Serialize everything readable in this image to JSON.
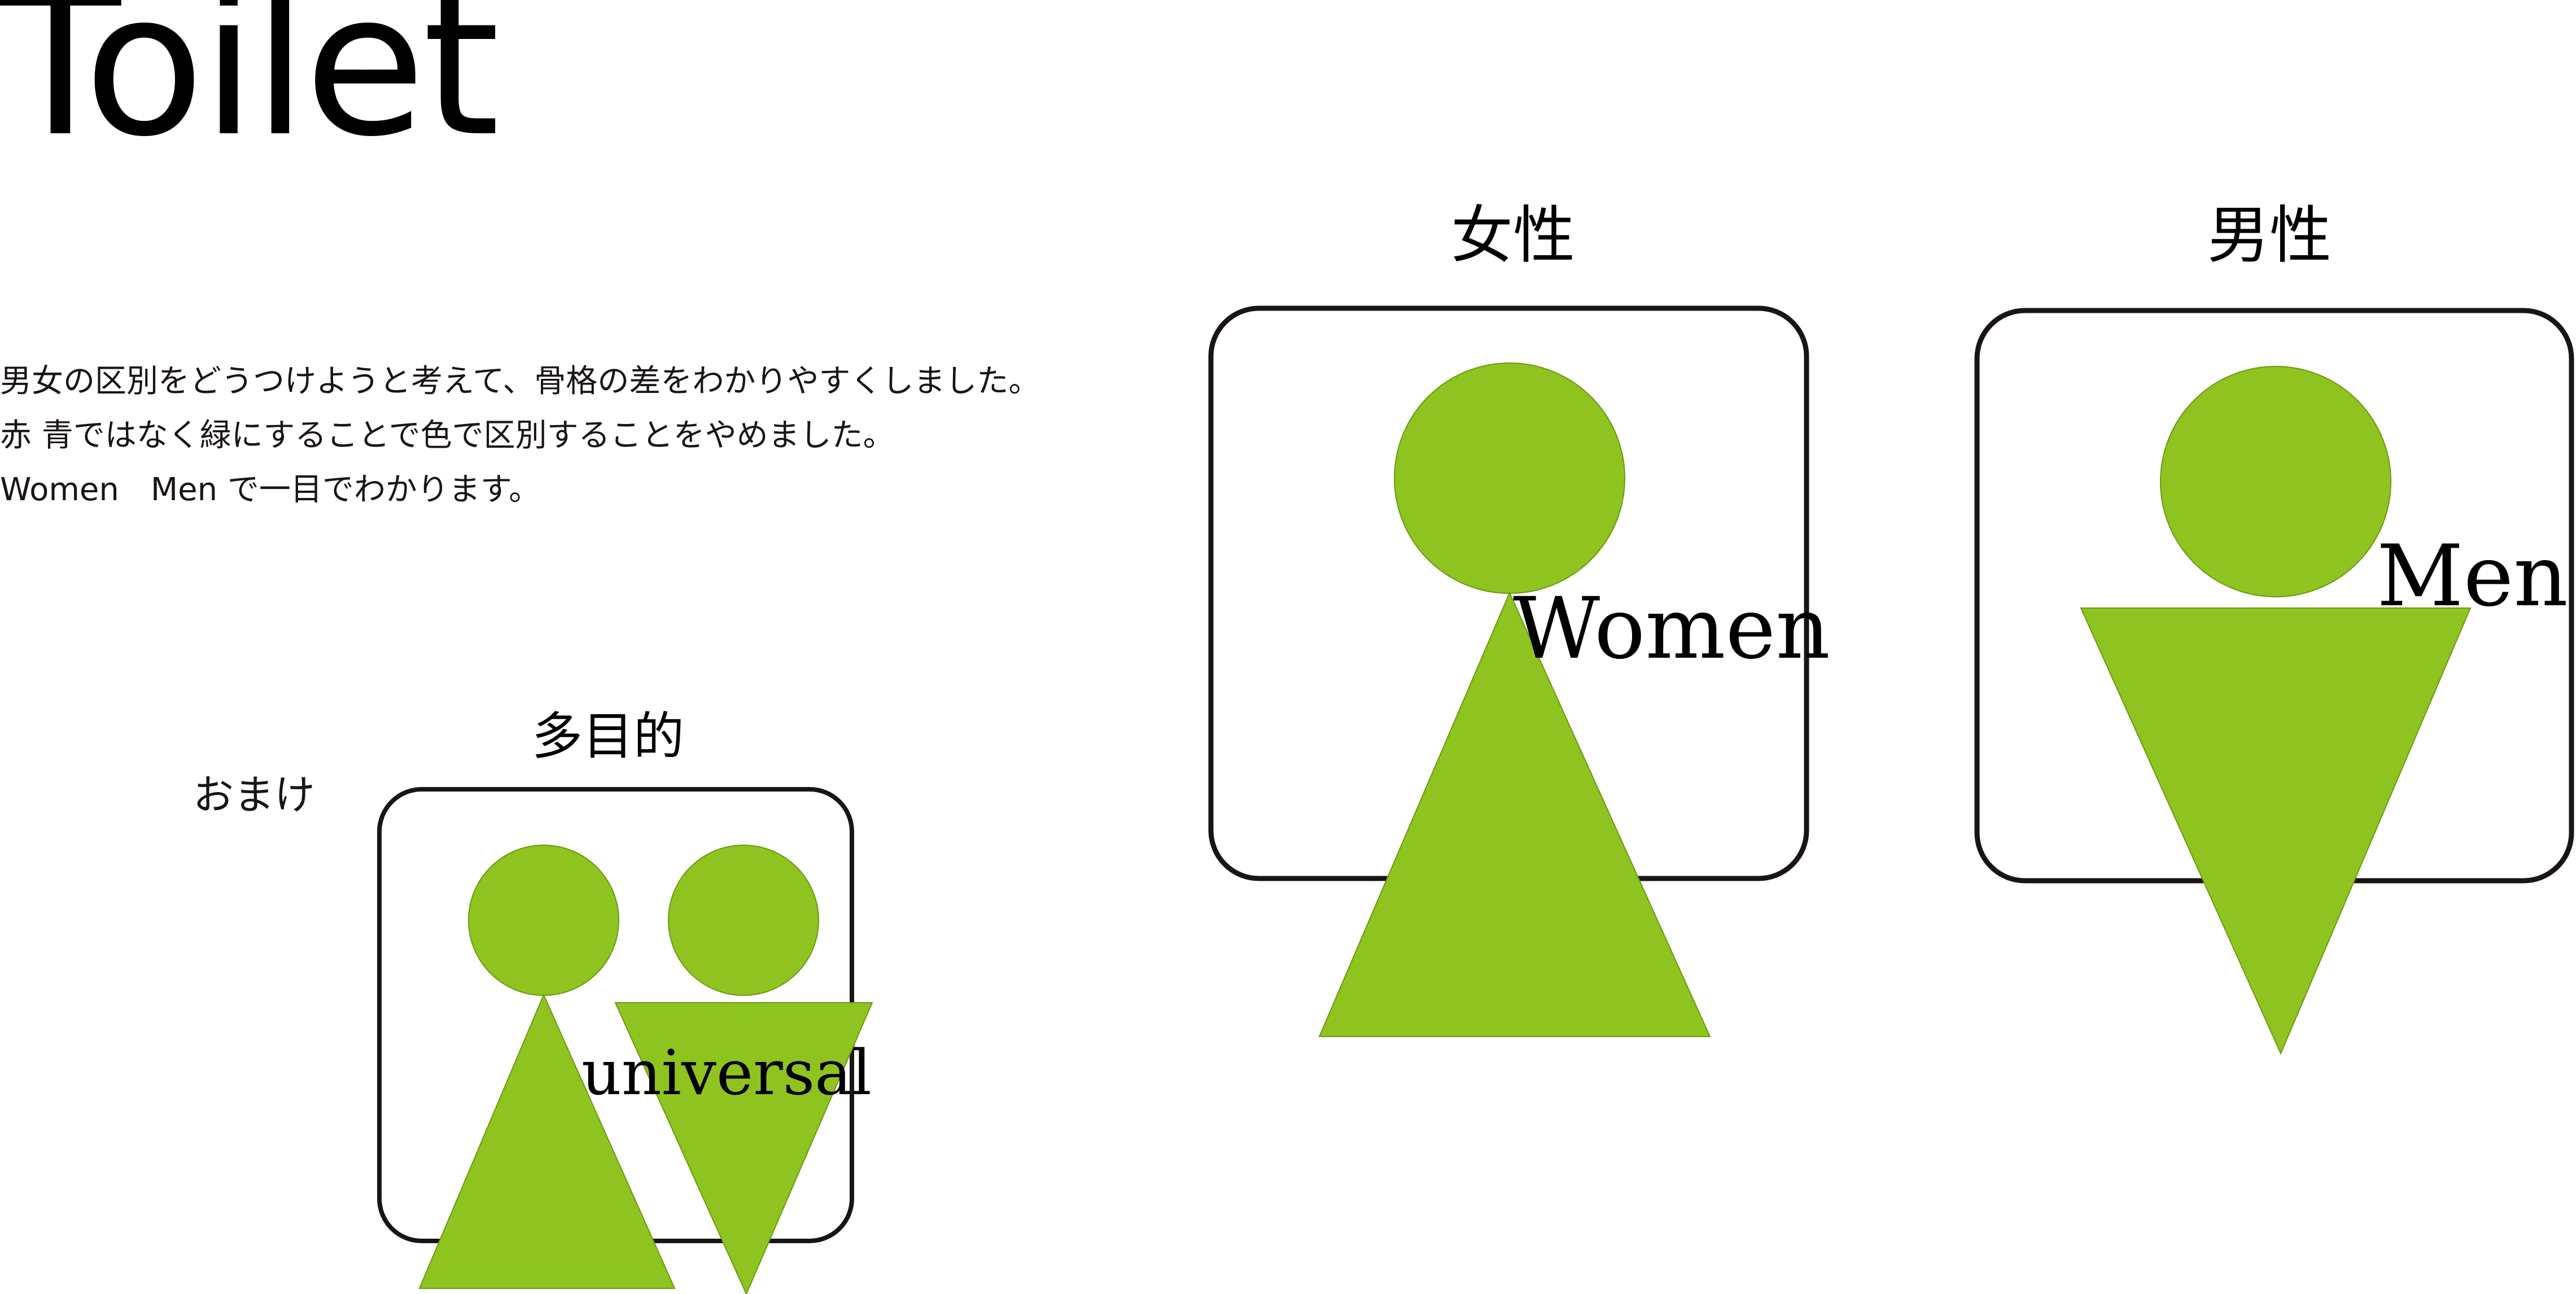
{
  "title": "Toilet",
  "description": [
    "男女の区別をどうつけようと考えて、骨格の差をわかりやすくしました。",
    "赤 青ではなく緑にすることで色で区別することをやめました。",
    "Women　Men で一目でわかります。"
  ],
  "signs": {
    "women": {
      "heading": "女性",
      "label": "Women"
    },
    "men": {
      "heading": "男性",
      "label": "Men"
    },
    "universal": {
      "heading": "多目的",
      "label": "universal",
      "note": "おまけ"
    }
  },
  "colors": {
    "figure": "#8fc31f",
    "frame": "#1a1415",
    "background": "#ffffff"
  }
}
